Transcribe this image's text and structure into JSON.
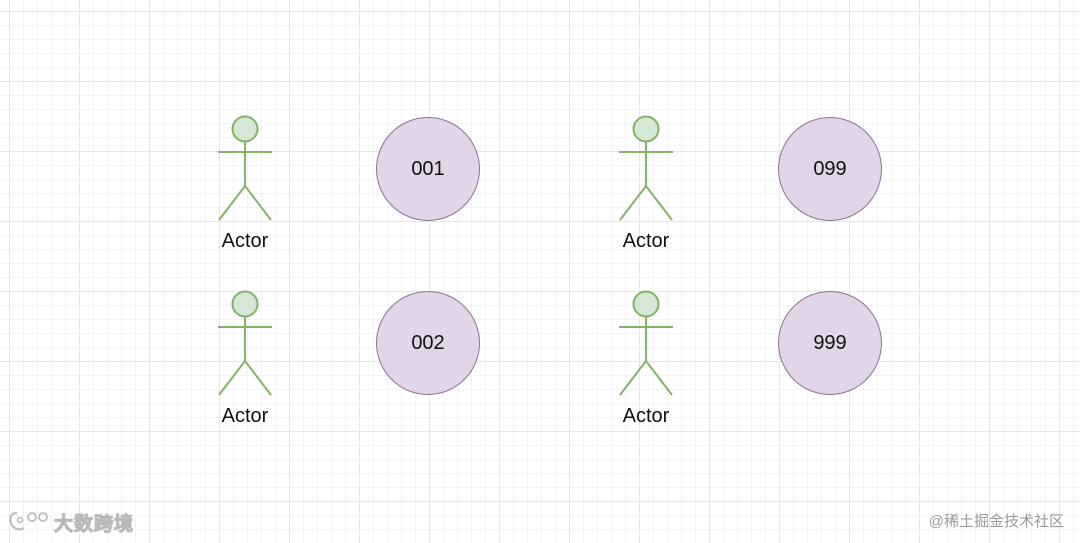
{
  "colors": {
    "actor_stroke": "#82b366",
    "actor_fill": "#d5e8d4",
    "circle_fill": "#e1d5e7",
    "circle_stroke": "#8a7594"
  },
  "actors": [
    {
      "label": "Actor"
    },
    {
      "label": "Actor"
    },
    {
      "label": "Actor"
    },
    {
      "label": "Actor"
    }
  ],
  "circles": [
    {
      "label": "001"
    },
    {
      "label": "002"
    },
    {
      "label": "099"
    },
    {
      "label": "999"
    }
  ],
  "watermarks": {
    "left": "大数跨境",
    "right": "@稀土掘金技术社区"
  }
}
